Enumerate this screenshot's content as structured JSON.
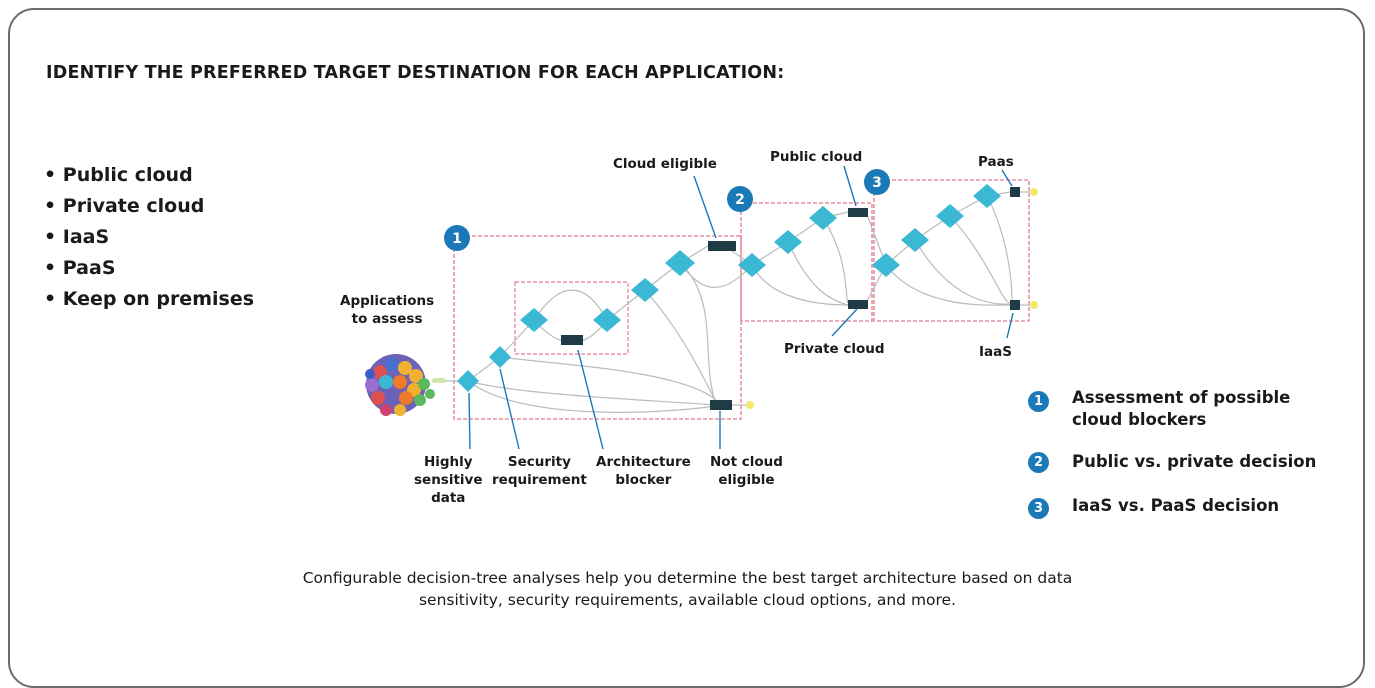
{
  "heading": "IDENTIFY THE PREFERRED TARGET DESTINATION FOR EACH APPLICATION:",
  "options": [
    "Public cloud",
    "Private cloud",
    "IaaS",
    "PaaS",
    "Keep on premises"
  ],
  "diagram_labels": {
    "applications": [
      "Applications",
      "to assess"
    ],
    "cloud_eligible": "Cloud eligible",
    "public_cloud": "Public cloud",
    "paas": "Paas",
    "private_cloud": "Private cloud",
    "iaas": "IaaS",
    "highly_sensitive": [
      "Highly",
      "sensitive",
      "data"
    ],
    "security_requirement": [
      "Security",
      "requirement"
    ],
    "architecture_blocker": [
      "Architecture",
      "blocker"
    ],
    "not_cloud_eligible": [
      "Not cloud",
      "eligible"
    ]
  },
  "stage_badges": [
    "1",
    "2",
    "3"
  ],
  "legend": [
    {
      "num": "1",
      "line1": "Assessment of possible",
      "line2": "cloud blockers"
    },
    {
      "num": "2",
      "line1": "Public vs. private decision",
      "line2": ""
    },
    {
      "num": "3",
      "line1": "IaaS vs. PaaS decision",
      "line2": ""
    }
  ],
  "caption": [
    "Configurable decision-tree analyses help you determine the best target architecture based on data",
    "sensitivity, security requirements, available cloud options, and more."
  ],
  "colors": {
    "badge": "#1b79b8",
    "diamond": "#3bb8d4",
    "terminal": "#1f3b45",
    "box": "#e8909f",
    "leaf": "#f4e86a"
  }
}
